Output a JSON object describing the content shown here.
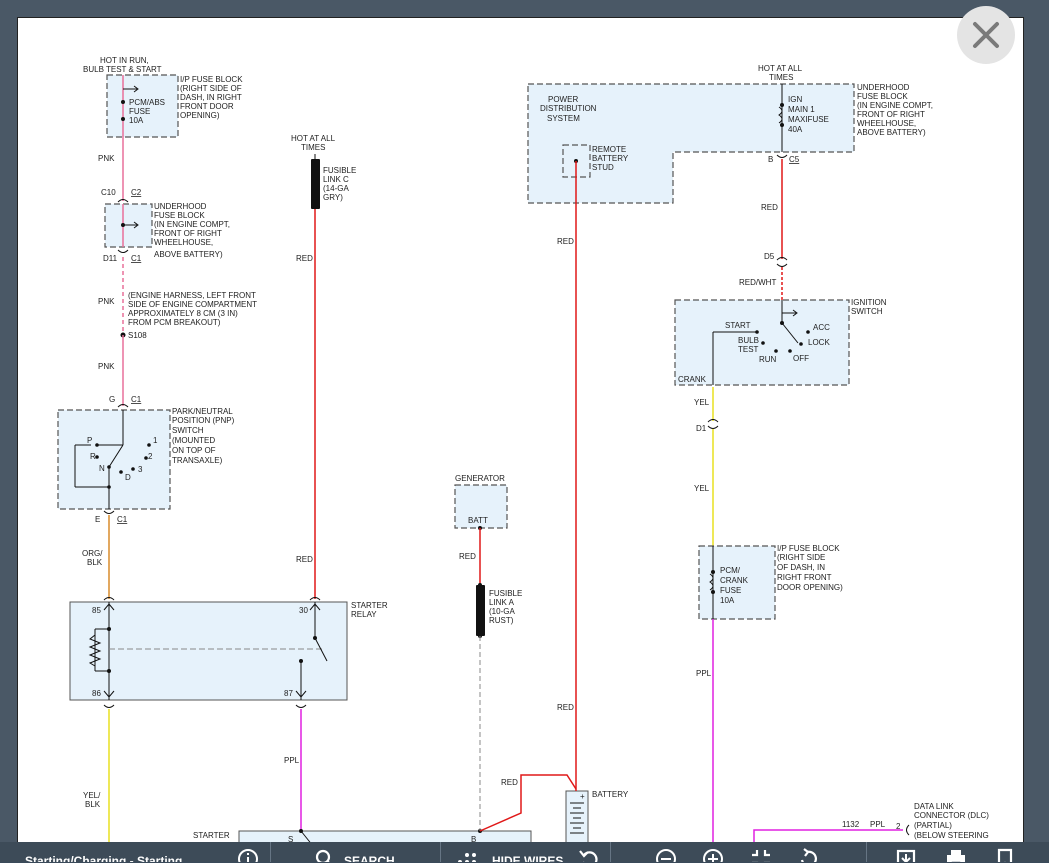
{
  "close": {
    "icon": "close-icon"
  },
  "toolbar": {
    "title": "Starting/Charging - Starting",
    "search_label": "SEARCH",
    "hide_wires_label": "HIDE WIRES"
  },
  "colors": {
    "pink": "#e8709a",
    "red": "#e01818",
    "orange": "#d98a2a",
    "yellow": "#e8e020",
    "purple": "#e020e0",
    "component_fill": "#e6f2fb"
  },
  "labels": {
    "hot_in_run": "HOT IN RUN,",
    "bulb_test_start": "BULB TEST & START",
    "ip_fuse_block_1": [
      "I/P FUSE BLOCK",
      "(RIGHT SIDE OF",
      "DASH, IN RIGHT",
      "FRONT DOOR",
      "OPENING)"
    ],
    "pcm_abs_fuse": [
      "PCM/ABS",
      "FUSE",
      "10A"
    ],
    "pnk_1": "PNK",
    "c10": "C10",
    "c2": "C2",
    "underhood_1": [
      "UNDERHOOD",
      "FUSE BLOCK",
      "(IN ENGINE COMPT,",
      "FRONT OF RIGHT",
      "WHEELHOUSE,",
      "ABOVE BATTERY)"
    ],
    "d11": "D11",
    "c1_a": "C1",
    "pnk_2": "PNK",
    "engine_harness": [
      "(ENGINE HARNESS, LEFT FRONT",
      "SIDE OF ENGINE COMPARTMENT",
      "APPROXIMATELY 8 CM (3 IN)",
      "FROM PCM BREAKOUT)"
    ],
    "s108": "S108",
    "pnk_3": "PNK",
    "g": "G",
    "c1_b": "C1",
    "pnp_switch": [
      "PARK/NEUTRAL",
      "POSITION (PNP)",
      "SWITCH",
      "(MOUNTED",
      "ON TOP OF",
      "TRANSAXLE)"
    ],
    "p": "P",
    "r": "R",
    "n": "N",
    "d": "D",
    "n1": "1",
    "n2": "2",
    "n3": "3",
    "e": "E",
    "c1_c": "C1",
    "org_blk": [
      "ORG/",
      "BLK"
    ],
    "hot_at_all_times_1": [
      "HOT AT ALL",
      "TIMES"
    ],
    "fusible_link_c": [
      "FUSIBLE",
      "LINK C",
      "(14-GA",
      "GRY)"
    ],
    "red_1": "RED",
    "red_2": "RED",
    "starter_relay": [
      "STARTER",
      "RELAY"
    ],
    "pin85": "85",
    "pin86": "86",
    "pin30": "30",
    "pin87": "87",
    "yel_blk": [
      "YEL/",
      "BLK"
    ],
    "ppl_1": "PPL",
    "starter": "STARTER",
    "s_label": "S",
    "b_label": "B",
    "generator": "GENERATOR",
    "batt": "BATT",
    "red_3": "RED",
    "fusible_link_a": [
      "FUSIBLE",
      "LINK A",
      "(10-GA",
      "RUST)"
    ],
    "red_4": "RED",
    "battery": "BATTERY",
    "plus": "+",
    "power_dist": [
      "POWER",
      "DISTRIBUTION",
      "SYSTEM"
    ],
    "remote_stud": [
      "REMOTE",
      "BATTERY",
      "STUD"
    ],
    "red_5": "RED",
    "red_6": "RED",
    "hot_at_all_times_2": [
      "HOT AT ALL",
      "TIMES"
    ],
    "ign_main": [
      "IGN",
      "MAIN 1",
      "MAXIFUSE",
      "40A"
    ],
    "underhood_2": [
      "UNDERHOOD",
      "FUSE BLOCK",
      "(IN ENGINE COMPT,",
      "FRONT OF RIGHT",
      "WHEELHOUSE,",
      "ABOVE BATTERY)"
    ],
    "b_c5": "B",
    "c5": "C5",
    "red_7": "RED",
    "d5": "D5",
    "red_wht": "RED/WHT",
    "ignition_switch": [
      "IGNITION",
      "SWITCH"
    ],
    "start": "START",
    "acc": "ACC",
    "bulb_test": [
      "BULB",
      "TEST"
    ],
    "lock": "LOCK",
    "run": "RUN",
    "off": "OFF",
    "crank": "CRANK",
    "yel_1": "YEL",
    "d1": "D1",
    "yel_2": "YEL",
    "ip_fuse_block_2": [
      "I/P FUSE BLOCK",
      "(RIGHT SIDE",
      "OF DASH, IN",
      "RIGHT FRONT",
      "DOOR OPENING)"
    ],
    "pcm_crank_fuse": [
      "PCM/",
      "CRANK",
      "FUSE",
      "10A"
    ],
    "ppl_2": "PPL",
    "ppl_3": "PPL",
    "n1132": "1132",
    "pin2": "2",
    "dlc": [
      "DATA LINK",
      "CONNECTOR (DLC)",
      "(PARTIAL)",
      "(BELOW STEERING"
    ]
  }
}
